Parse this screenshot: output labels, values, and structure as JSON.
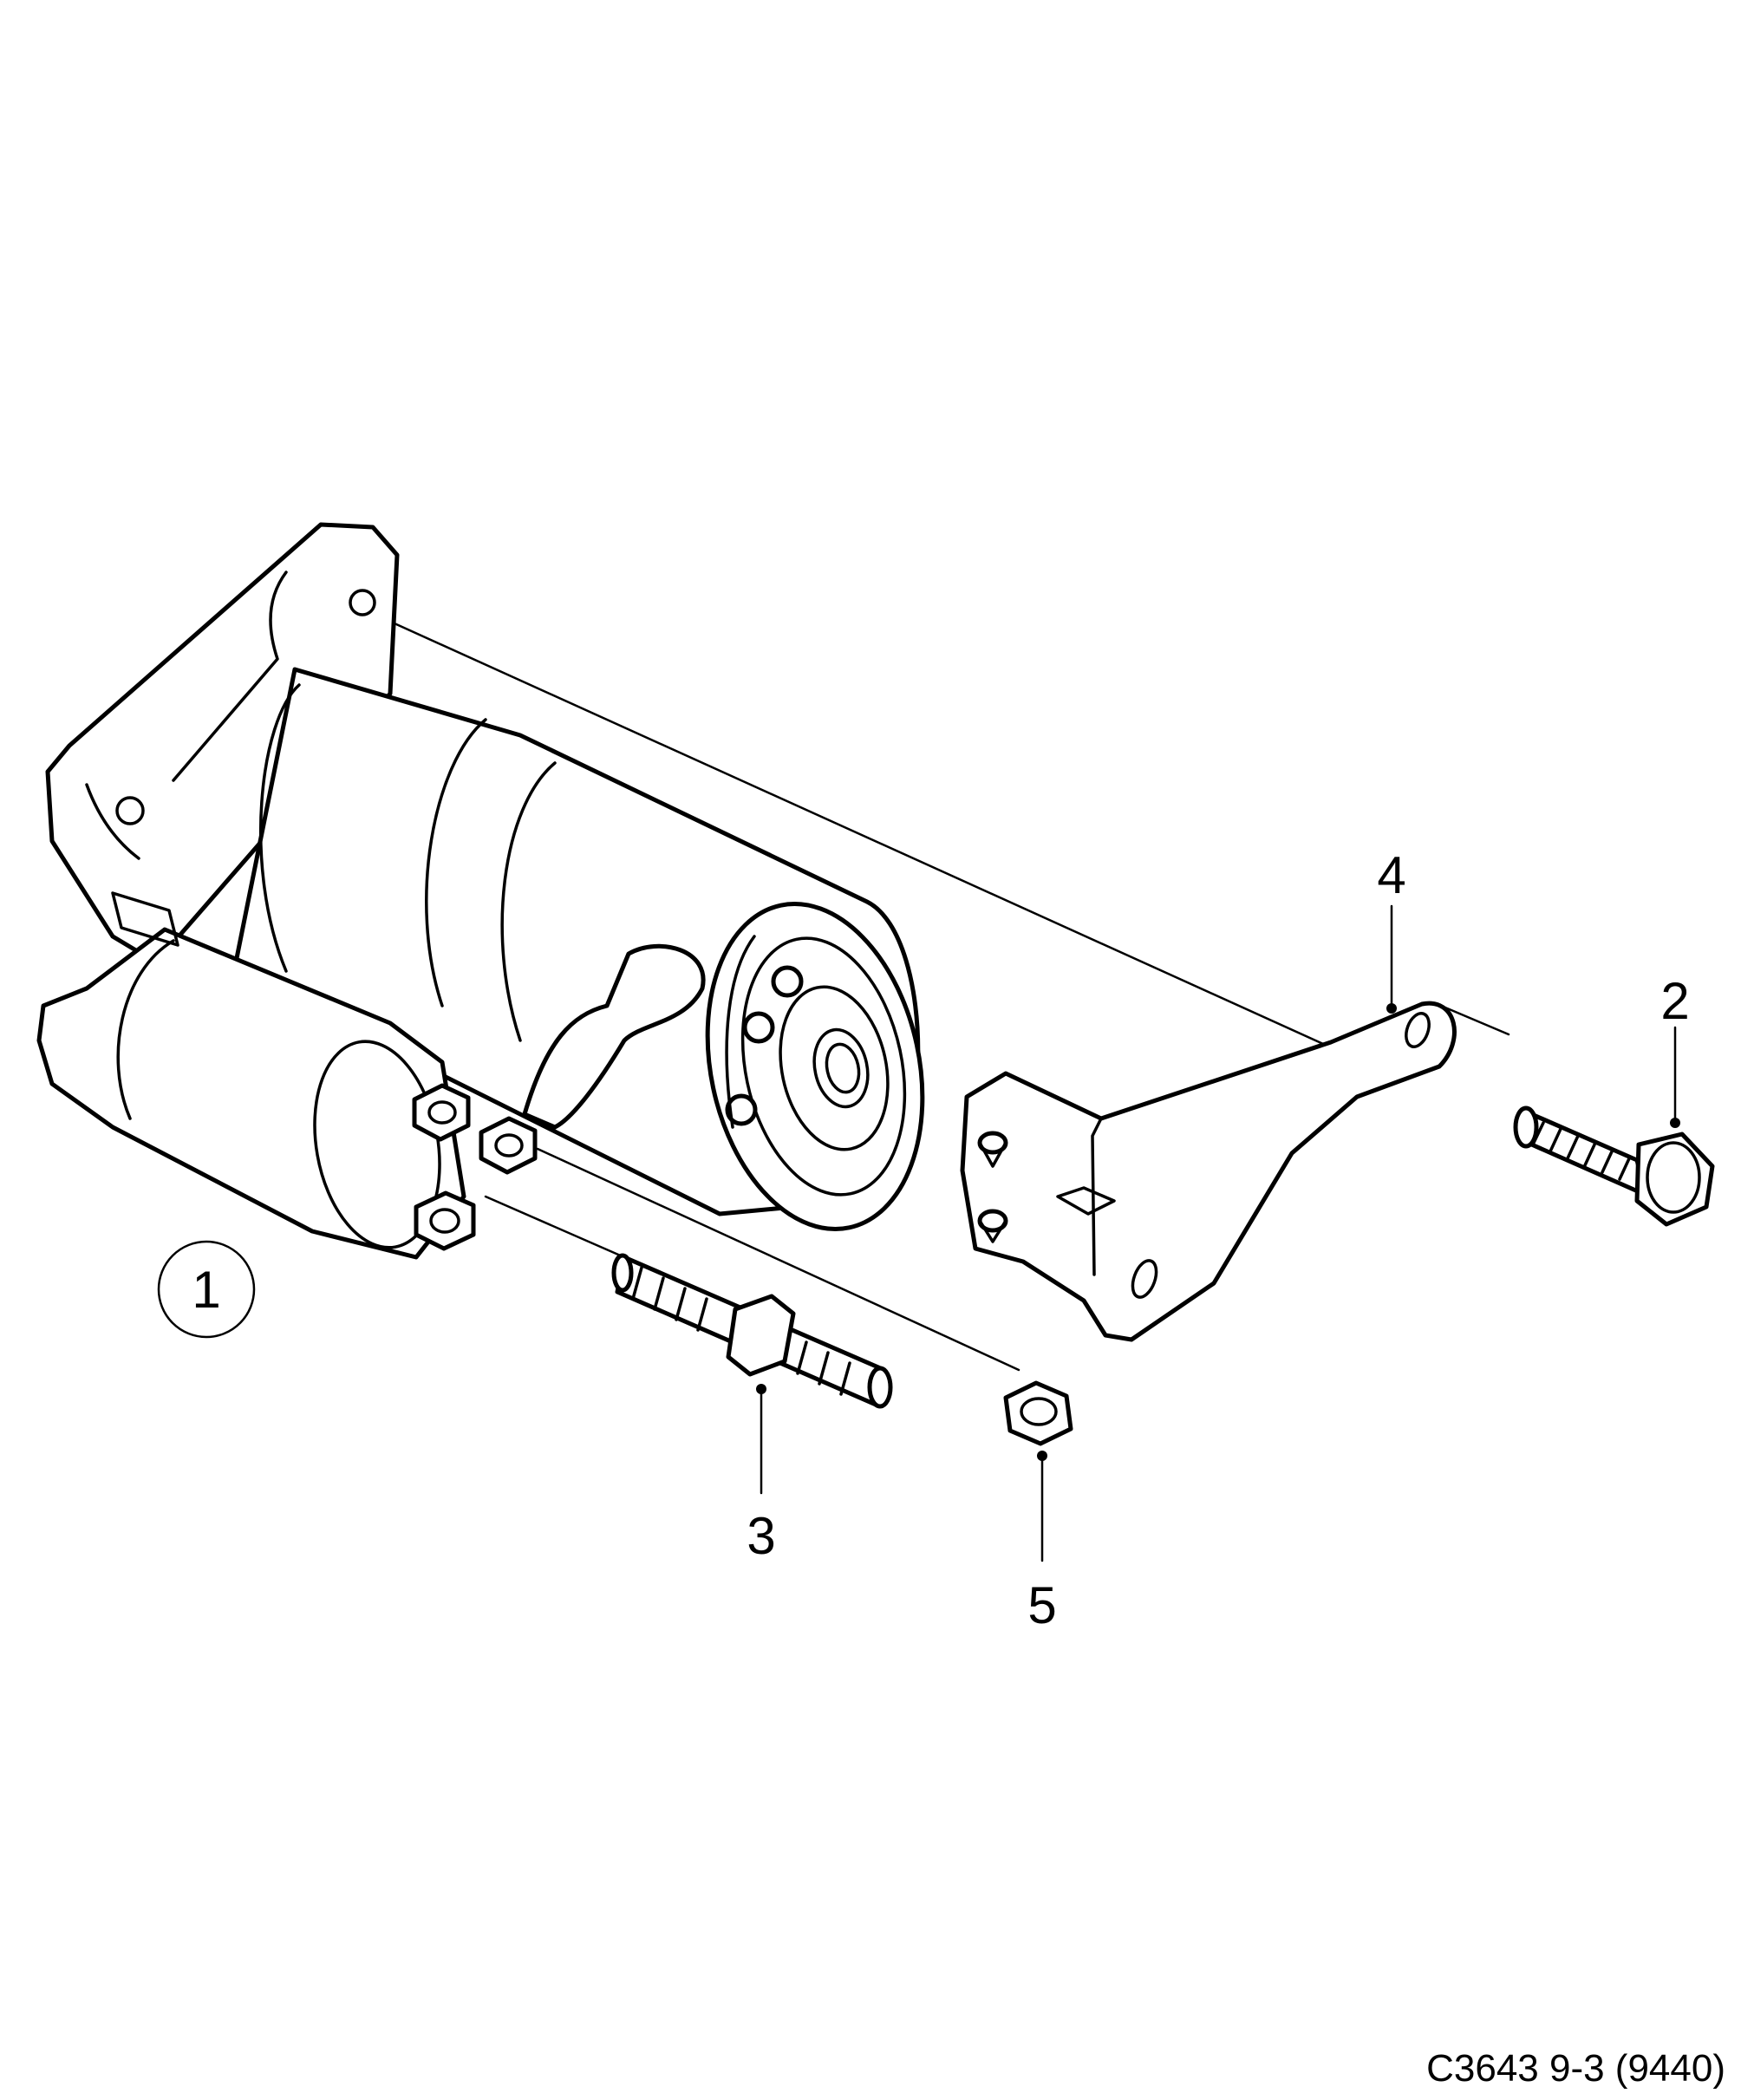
{
  "callouts": [
    {
      "id": "1",
      "label": "1"
    },
    {
      "id": "2",
      "label": "2"
    },
    {
      "id": "3",
      "label": "3"
    },
    {
      "id": "4",
      "label": "4"
    },
    {
      "id": "5",
      "label": "5"
    }
  ],
  "caption": "C3643 9-3 (9440)"
}
